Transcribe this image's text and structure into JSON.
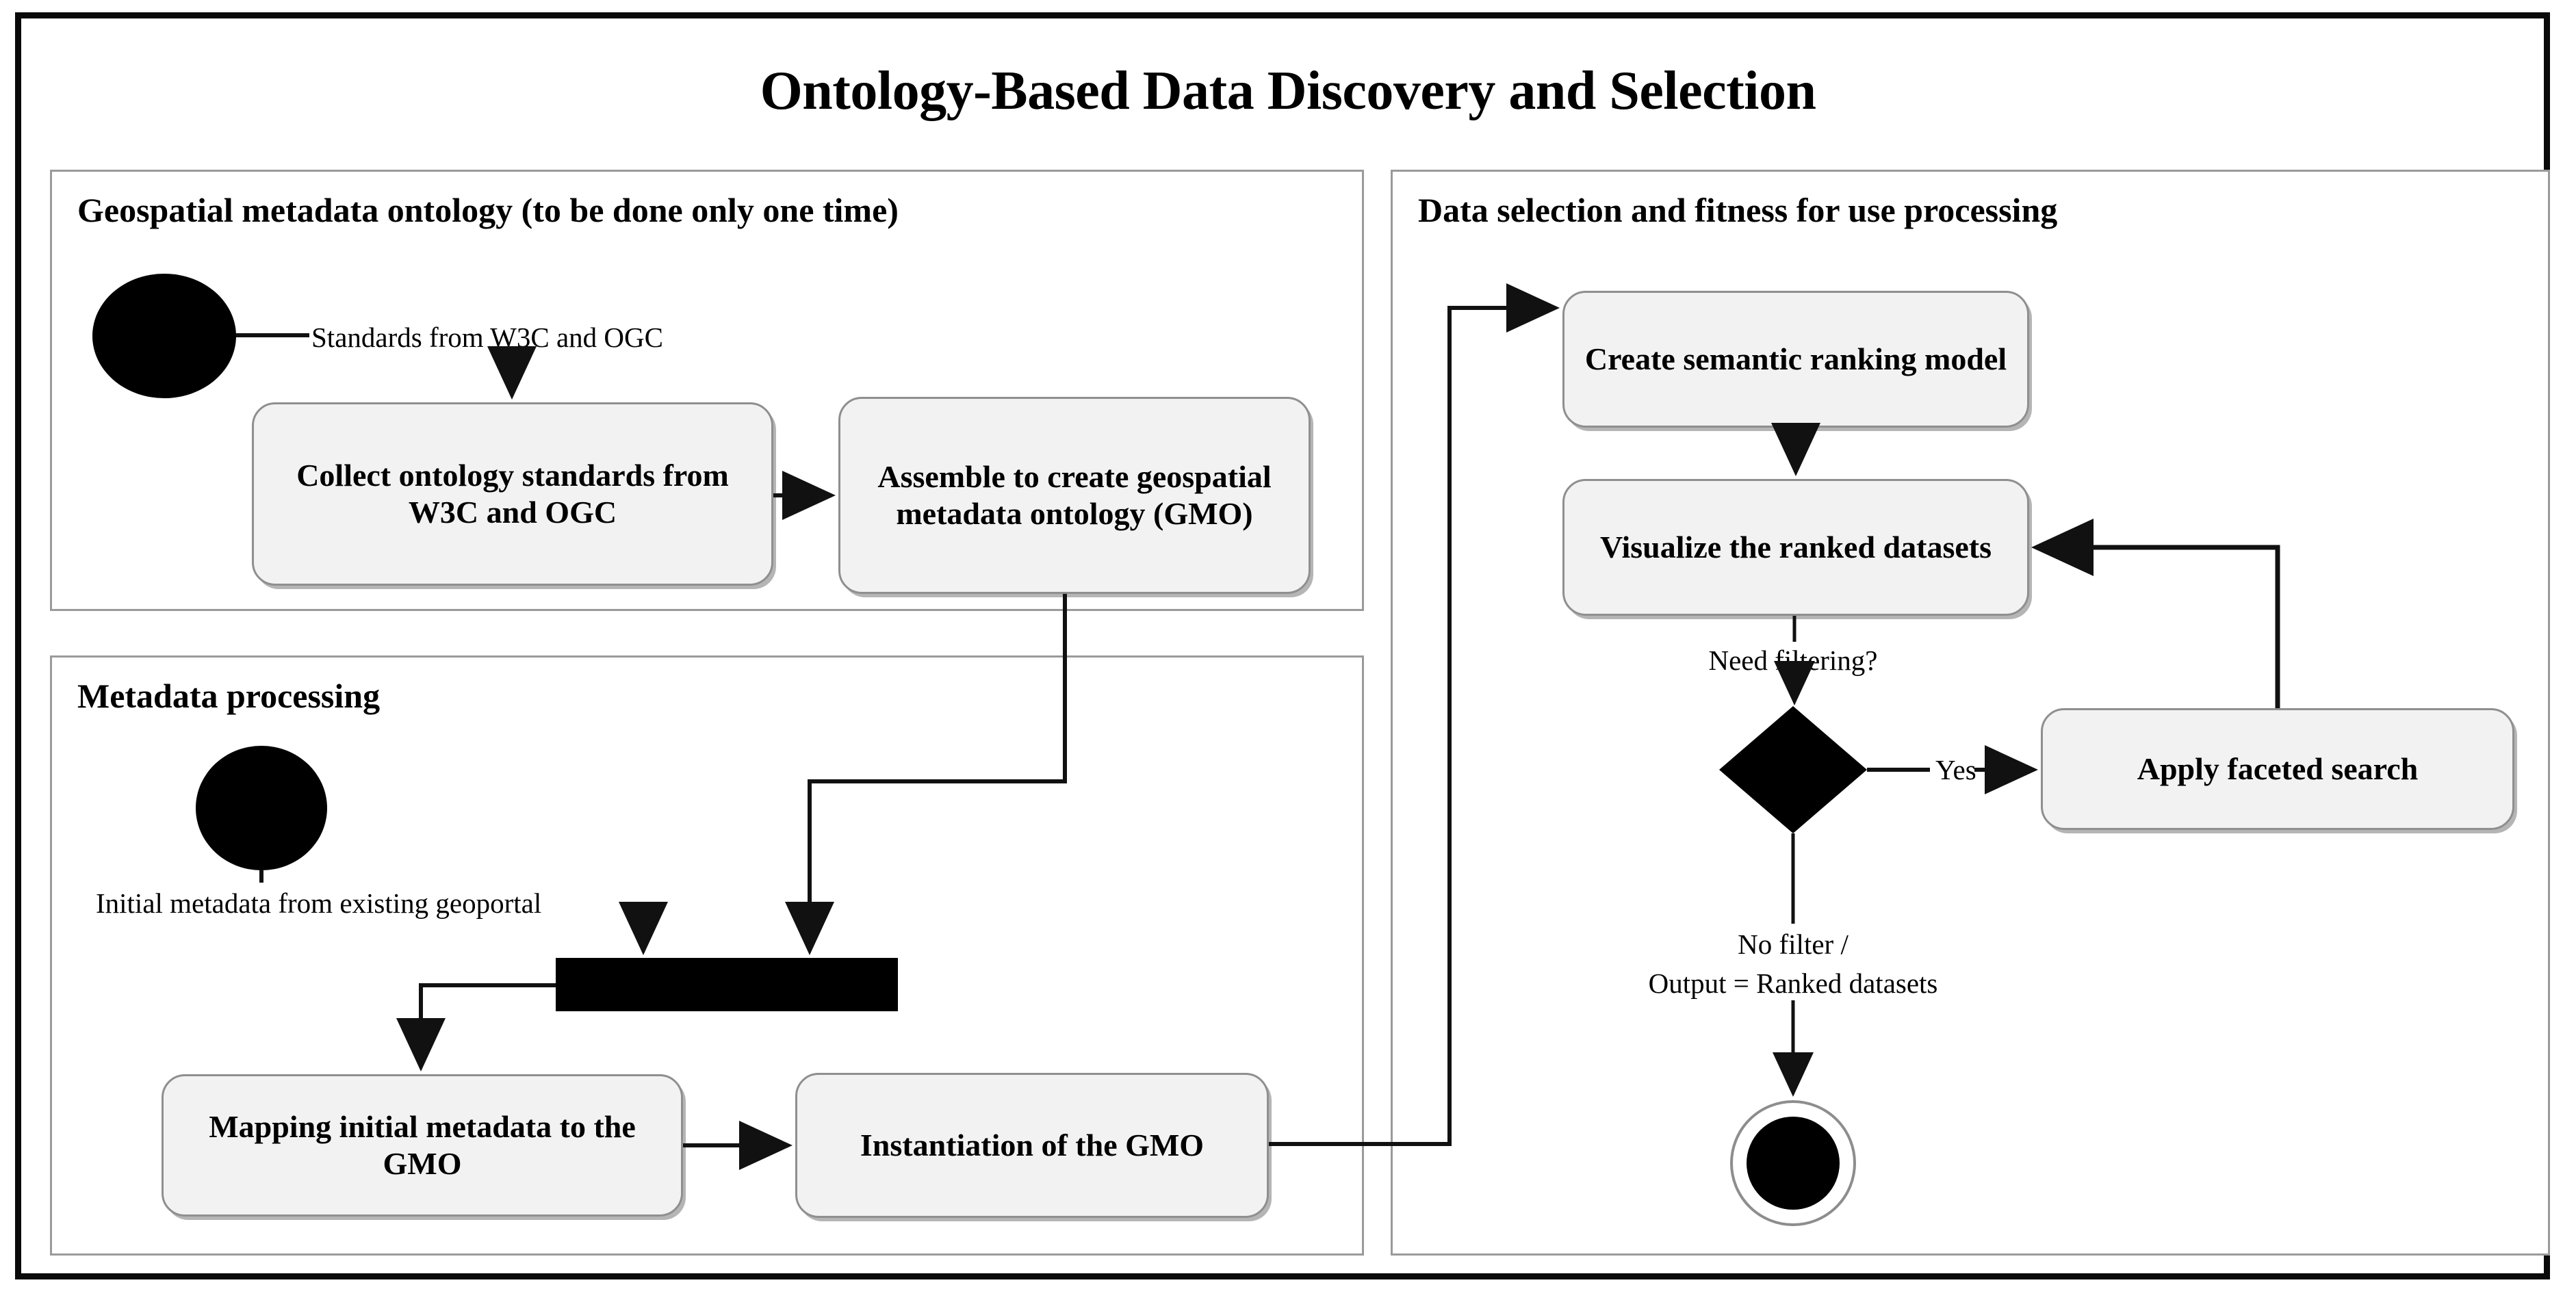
{
  "diagram": {
    "title": "Ontology-Based Data Discovery and Selection",
    "type": "uml-activity-diagram"
  },
  "partitions": [
    {
      "id": "ontology",
      "title": "Geospatial metadata ontology (to be done only one time)"
    },
    {
      "id": "metadata",
      "title": "Metadata processing"
    },
    {
      "id": "selection",
      "title": "Data selection and fitness for use processing"
    }
  ],
  "nodes": {
    "collect_standards": "Collect ontology standards from W3C and OGC",
    "assemble_gmo": "Assemble to create geospatial metadata ontology (GMO)",
    "mapping_initial": "Mapping initial metadata to the GMO",
    "instantiation_gmo": "Instantiation of the GMO",
    "create_ranking_model": "Create semantic ranking model",
    "visualize_ranked": "Visualize the ranked datasets",
    "apply_faceted_search": "Apply faceted search"
  },
  "edge_labels": {
    "standards_source": "Standards from W3C and OGC",
    "initial_metadata_source": "Initial metadata from existing geoportal",
    "need_filtering": "Need filtering?",
    "yes": "Yes",
    "no_filter_line1": "No filter /",
    "no_filter_line2": "Output = Ranked datasets"
  },
  "colors": {
    "frame": "#0a0a0a",
    "panel_border": "#9a9a9a",
    "node_fill": "#f2f2f2",
    "node_border": "#8f8f8f",
    "control_node": "#000000",
    "edge": "#111111"
  }
}
